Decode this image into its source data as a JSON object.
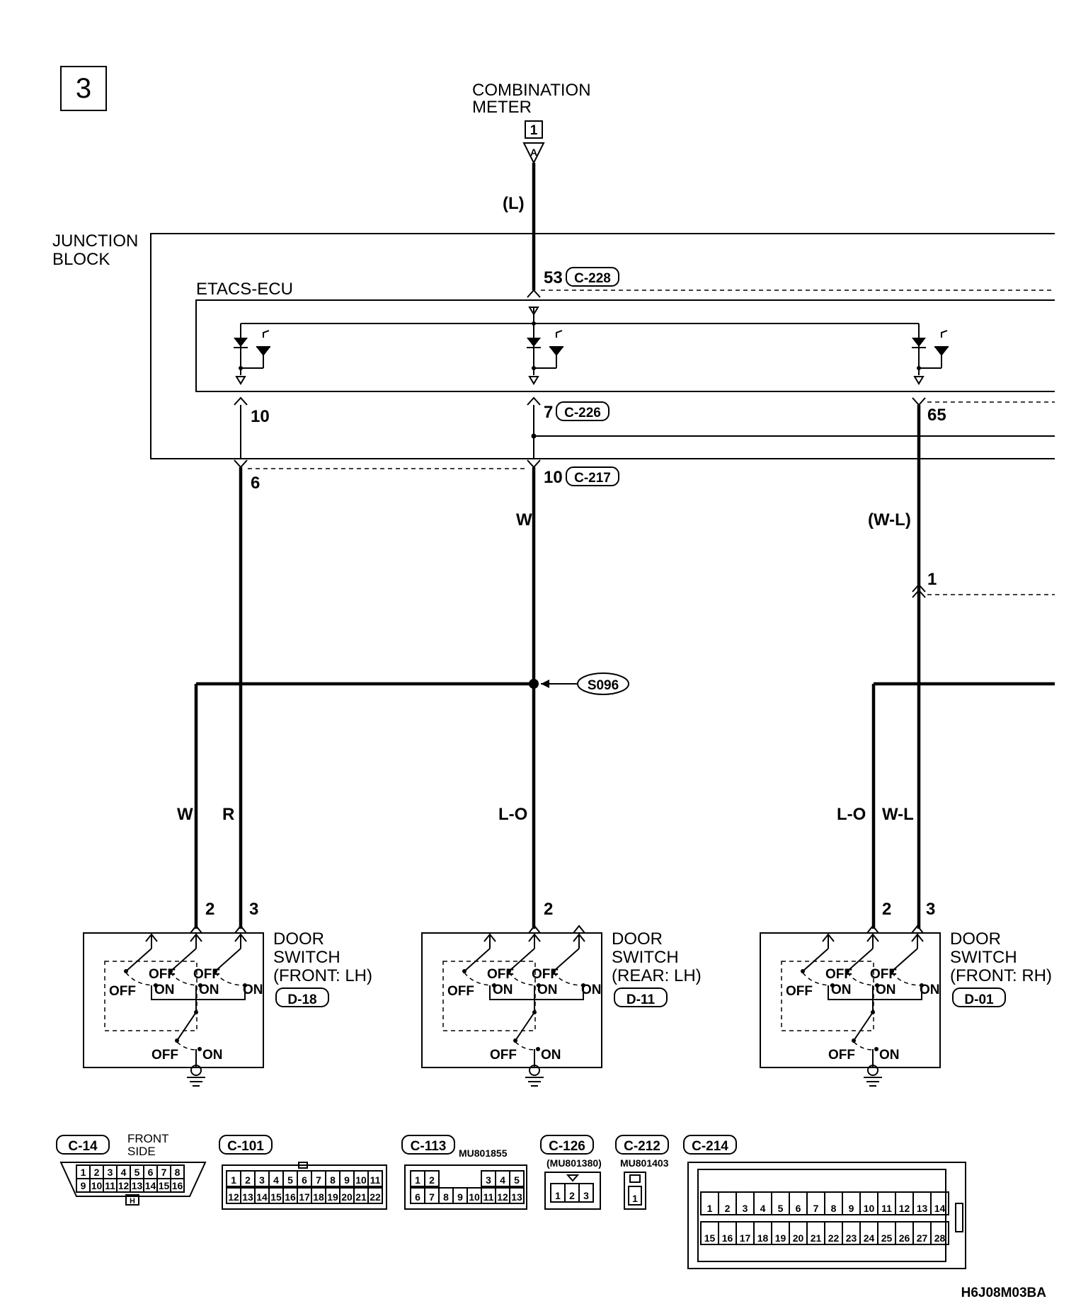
{
  "section_number": "3",
  "combination_meter": {
    "line1": "COMBINATION",
    "line2": "METER",
    "terminal": "1",
    "connector_letter": "A",
    "wire_color": "(L)"
  },
  "junction_block": {
    "line1": "JUNCTION",
    "line2": "BLOCK"
  },
  "etacs_ecu": {
    "label": "ETACS-ECU"
  },
  "pins": {
    "p53": "53",
    "c228": "C-228",
    "p10a": "10",
    "p7": "7",
    "c226": "C-226",
    "p65": "65",
    "p6": "6",
    "p10b": "10",
    "c217": "C-217",
    "p1": "1"
  },
  "wire_colors": {
    "center_w": "W",
    "right_wl_paren": "(W-L)",
    "left_w": "W",
    "left_r": "R",
    "center_lo": "L-O",
    "right_lo": "L-O",
    "right_wl": "W-L"
  },
  "splice": "S096",
  "door_switches": [
    {
      "pin_a": "2",
      "pin_b": "3",
      "line1": "DOOR",
      "line2": "SWITCH",
      "line3": "(FRONT: LH)",
      "connector": "D-18",
      "off": "OFF",
      "on": "ON"
    },
    {
      "pin_a": "2",
      "pin_b": "",
      "line1": "DOOR",
      "line2": "SWITCH",
      "line3": "(REAR: LH)",
      "connector": "D-11",
      "off": "OFF",
      "on": "ON"
    },
    {
      "pin_a": "2",
      "pin_b": "3",
      "line1": "DOOR",
      "line2": "SWITCH",
      "line3": "(FRONT: RH)",
      "connector": "D-01",
      "off": "OFF",
      "on": "ON"
    }
  ],
  "connectors": {
    "c14": {
      "id": "C-14",
      "note1": "FRONT",
      "note2": "SIDE",
      "mark": "H",
      "row1": [
        "1",
        "2",
        "3",
        "4",
        "5",
        "6",
        "7",
        "8"
      ],
      "row2": [
        "9",
        "10",
        "11",
        "12",
        "13",
        "14",
        "15",
        "16"
      ]
    },
    "c101": {
      "id": "C-101",
      "row1": [
        "1",
        "2",
        "3",
        "4",
        "5",
        "6",
        "7",
        "8",
        "9",
        "10",
        "11"
      ],
      "row2": [
        "12",
        "13",
        "14",
        "15",
        "16",
        "17",
        "18",
        "19",
        "20",
        "21",
        "22"
      ]
    },
    "c113": {
      "id": "C-113",
      "part": "MU801855",
      "row1": [
        "1",
        "2",
        "",
        "",
        "",
        "3",
        "4",
        "5"
      ],
      "row2": [
        "6",
        "7",
        "8",
        "9",
        "10",
        "11",
        "12",
        "13"
      ]
    },
    "c126": {
      "id": "C-126",
      "part": "(MU801380)",
      "pins": [
        "1",
        "2",
        "3"
      ]
    },
    "c212": {
      "id": "C-212",
      "part": "MU801403",
      "pins": [
        "1"
      ]
    },
    "c214": {
      "id": "C-214",
      "row1": [
        "1",
        "2",
        "3",
        "4",
        "5",
        "6",
        "7",
        "8",
        "9",
        "10",
        "11",
        "12",
        "13",
        "14"
      ],
      "row2": [
        "15",
        "16",
        "17",
        "18",
        "19",
        "20",
        "21",
        "22",
        "23",
        "24",
        "25",
        "26",
        "27",
        "28"
      ]
    }
  },
  "diagram_code": "H6J08M03BA"
}
